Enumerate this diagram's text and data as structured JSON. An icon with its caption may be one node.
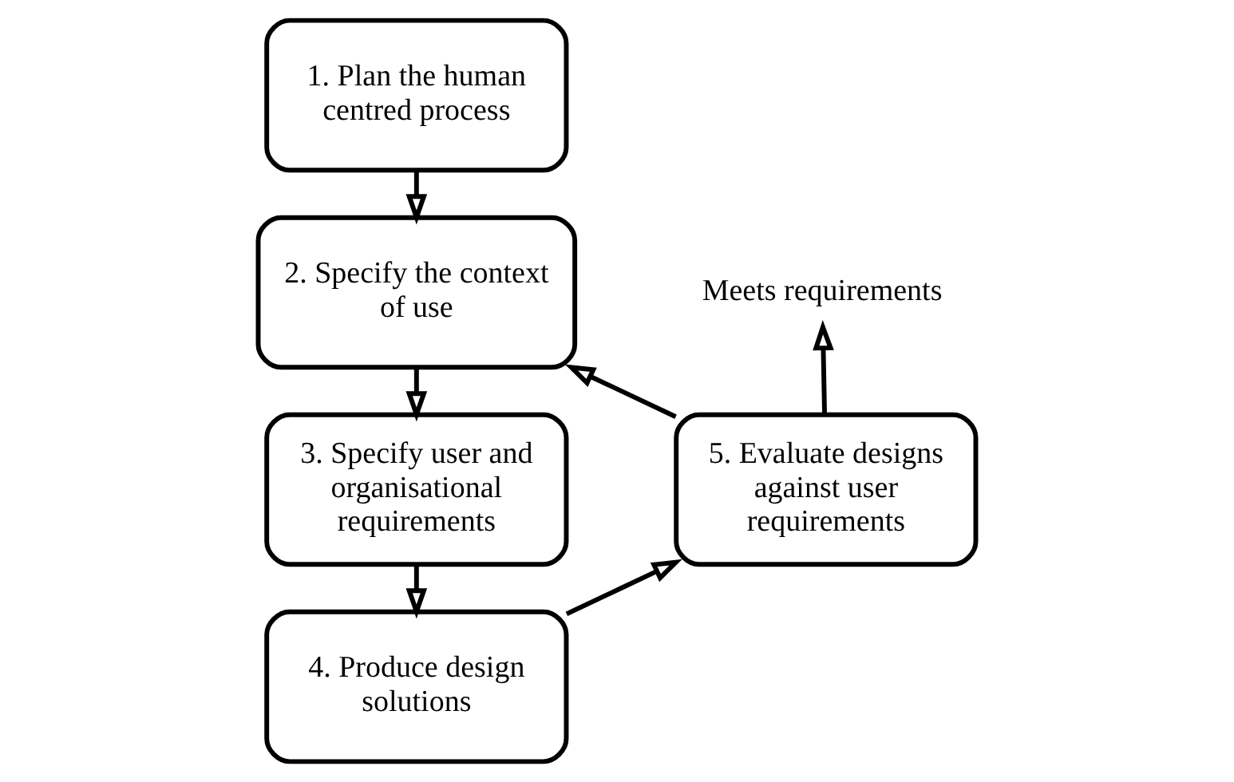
{
  "diagram": {
    "nodes": [
      {
        "text": [
          "1. Plan the human centred process"
        ]
      },
      {
        "text": [
          "2. Specify the context of use"
        ]
      },
      {
        "text": [
          "3. Specify user and organisational requirements"
        ]
      },
      {
        "text": [
          "4. Produce design solutions"
        ]
      },
      {
        "text": [
          "5. Evaluate designs against user requirements"
        ]
      },
      {
        "text": [
          "Meets requirements"
        ]
      }
    ],
    "edges": [
      {
        "from": 0,
        "to": 1,
        "arrow": "to"
      },
      {
        "from": 1,
        "to": 2,
        "arrow": "to"
      },
      {
        "from": 2,
        "to": 3,
        "arrow": "to"
      },
      {
        "from": 3,
        "to": 4,
        "arrow": "to"
      },
      {
        "from": 4,
        "to": 1,
        "arrow": "to"
      },
      {
        "from": 4,
        "to": 5,
        "arrow": "to"
      }
    ]
  }
}
